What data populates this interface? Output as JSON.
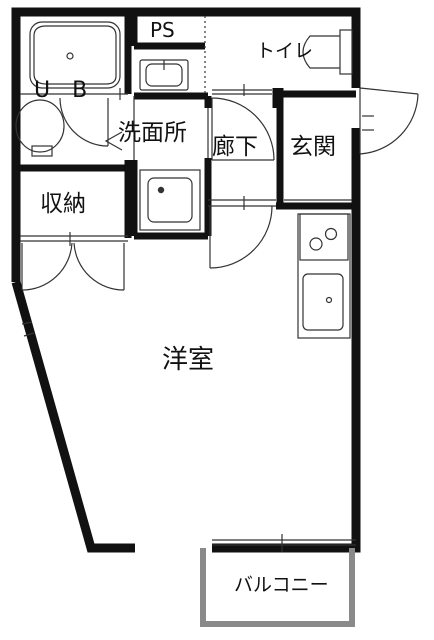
{
  "rooms": {
    "ub": "U　B",
    "ps": "PS",
    "toilet": "トイレ",
    "washroom": "洗面所",
    "hallway": "廊下",
    "entrance": "玄関",
    "storage": "収納",
    "western_room": "洋室",
    "balcony": "バルコニー"
  },
  "colors": {
    "wall": "#111111",
    "line": "#333333",
    "balcony_wall": "#8a8a8a",
    "background": "#ffffff"
  }
}
